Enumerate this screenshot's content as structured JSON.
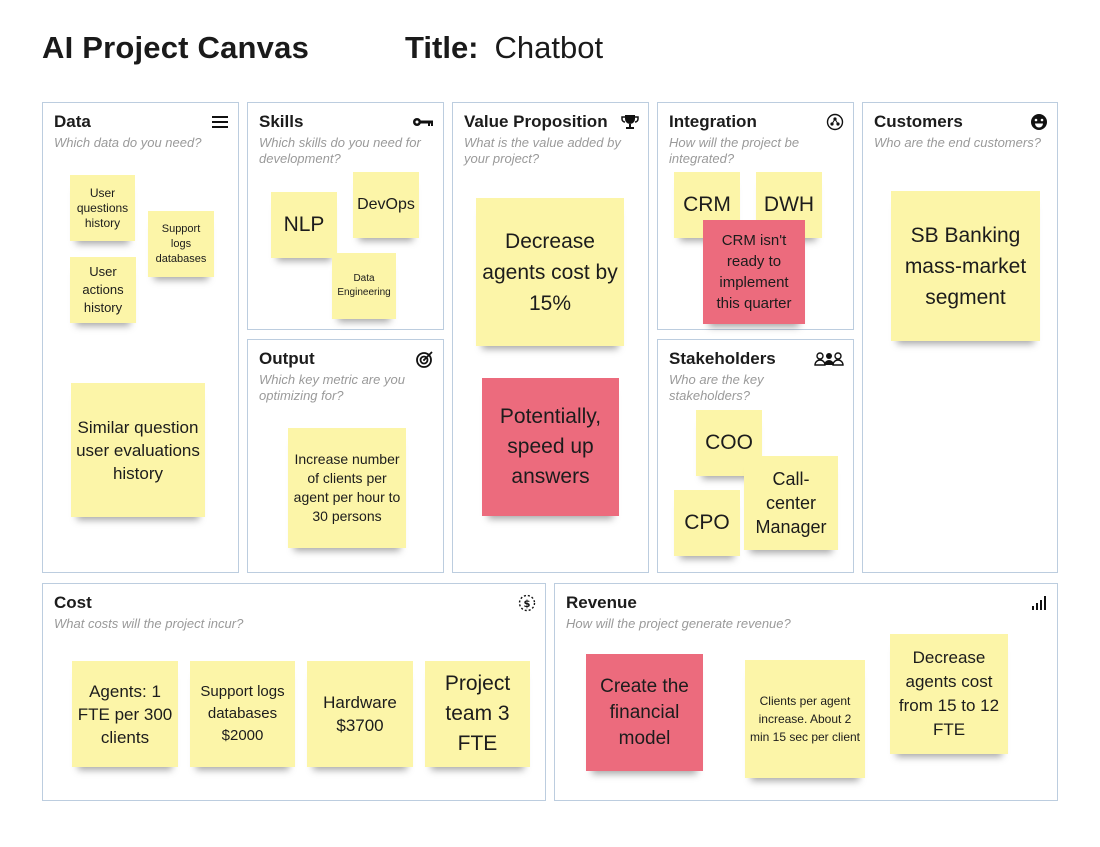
{
  "header": {
    "canvas_title": "AI Project Canvas",
    "title_label": "Title:",
    "title_value": "Chatbot"
  },
  "sections": {
    "data": {
      "title": "Data",
      "question": "Which data do you need?",
      "icon": "menu-icon",
      "notes": [
        "User questions history",
        "Support logs databases",
        "User actions history",
        "Similar question user evaluations history"
      ]
    },
    "skills": {
      "title": "Skills",
      "question": "Which skills do you need for development?",
      "icon": "key-icon",
      "notes": [
        "NLP",
        "DevOps",
        "Data Engineering"
      ]
    },
    "output": {
      "title": "Output",
      "question": "Which key metric are you optimizing for?",
      "icon": "target-icon",
      "notes": [
        "Increase number of clients per agent per hour to 30 persons"
      ]
    },
    "value": {
      "title": "Value Proposition",
      "question": "What is the value added by your project?",
      "icon": "trophy-icon",
      "notes": [
        "Decrease agents cost by 15%",
        "Potentially, speed up answers"
      ]
    },
    "integration": {
      "title": "Integration",
      "question": "How will the project be integrated?",
      "icon": "puzzle-icon",
      "notes": [
        "CRM",
        "DWH",
        "CRM isn't ready to implement this quarter"
      ]
    },
    "stakeholders": {
      "title": "Stakeholders",
      "question": "Who are the key stakeholders?",
      "icon": "people-icon",
      "notes": [
        "COO",
        "Call-center Manager",
        "CPO"
      ]
    },
    "customers": {
      "title": "Customers",
      "question": "Who are the end customers?",
      "icon": "smile-icon",
      "notes": [
        "SB Banking mass-market segment"
      ]
    },
    "cost": {
      "title": "Cost",
      "question": "What costs will the project incur?",
      "icon": "dollar-icon",
      "notes": [
        "Agents: 1 FTE per 300 clients",
        "Support logs databases $2000",
        "Hardware $3700",
        "Project team 3 FTE"
      ]
    },
    "revenue": {
      "title": "Revenue",
      "question": "How will the project generate revenue?",
      "icon": "chart-icon",
      "notes": [
        "Create the financial model",
        "Clients per agent increase. About 2 min 15 sec per client",
        "Decrease agents cost from 15 to 12 FTE"
      ]
    }
  },
  "colors": {
    "note_yellow": "#fcf5a8",
    "note_red": "#ec6b7d",
    "border": "#bccddf"
  }
}
